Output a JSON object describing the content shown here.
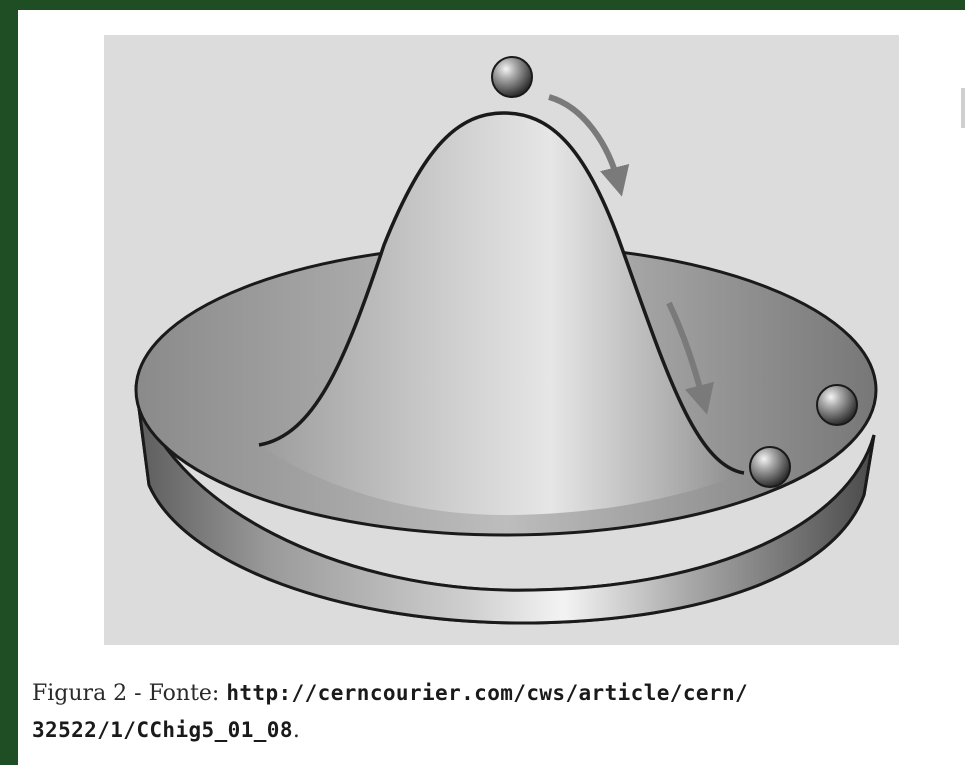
{
  "figure": {
    "caption_label": "Figura 2 - Fonte:",
    "caption_url_line1": "http://cerncourier.com/cws/article/cern/",
    "caption_url_line2": "32522/1/CChig5_01_08",
    "caption_end": "."
  },
  "colors": {
    "background_frame": "#1f4d24",
    "figure_panel": "#dcdcdc",
    "arrow": "#7a7a7a",
    "outline": "#1a1a1a"
  }
}
